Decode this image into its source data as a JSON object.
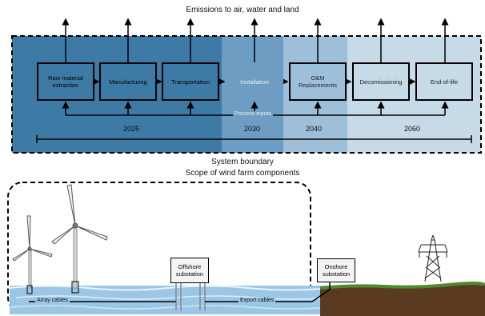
{
  "emissions_title": "Emissions to air, water and land",
  "stages": [
    {
      "label": "Raw material extraction"
    },
    {
      "label": "Manufacturing"
    },
    {
      "label": "Transportation"
    },
    {
      "label": "Installation"
    },
    {
      "label": "O&M Replacements"
    },
    {
      "label": "Decomissioning"
    },
    {
      "label": "End-of-life"
    }
  ],
  "process_inputs": "Process inputs",
  "years": [
    "2025",
    "2030",
    "2040",
    "2060"
  ],
  "system_boundary": "System boundary",
  "scope_title": "Scope of wind farm components",
  "offshore_substation": "Offshore substation",
  "onshore_substation": "Onshore substation",
  "array_cables": "Array cables",
  "export_cables": "Export cables",
  "colors": {
    "region_2025": "#3e7aa6",
    "region_2030": "#6d9dc2",
    "region_2040": "#9ebfd9",
    "region_2060": "#c6dae8",
    "sea": "#9cc6e6",
    "ground": "#5a3b22",
    "grass": "#4f8a2c"
  }
}
